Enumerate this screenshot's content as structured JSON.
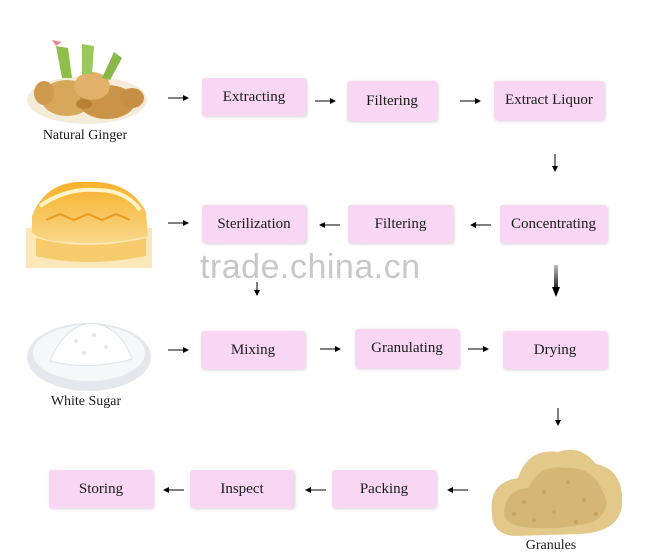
{
  "images": {
    "ginger": {
      "caption": "Natural Ginger",
      "icon": "ginger-root-icon"
    },
    "honey": {
      "caption": "",
      "icon": "honeycomb-icon"
    },
    "sugar": {
      "caption": "White Sugar",
      "icon": "sugar-pile-icon"
    },
    "granules": {
      "caption": "Granules",
      "icon": "granules-pile-icon"
    }
  },
  "steps": {
    "extracting": "Extracting",
    "filtering_1": "Filtering",
    "extract_liquor": "Extract Liquor",
    "concentrating": "Concentrating",
    "filtering_2": "Filtering",
    "sterilization": "Sterilization",
    "mixing": "Mixing",
    "granulating": "Granulating",
    "drying": "Drying",
    "packing": "Packing",
    "inspect": "Inspect",
    "storing": "Storing"
  },
  "watermark": "trade.china.cn",
  "colors": {
    "box_fill": "#f8d6f4",
    "arrow": "#000000"
  }
}
